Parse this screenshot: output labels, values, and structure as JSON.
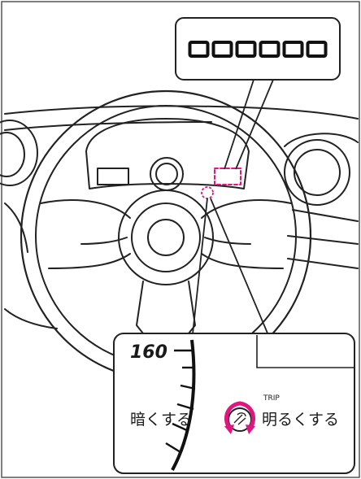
{
  "display_callout": {
    "odometer_text": "000000"
  },
  "zoom_callout": {
    "speed_mark": "160",
    "knob_label": "TRIP",
    "dim_label": "暗くする",
    "brighten_label": "明るくする"
  },
  "colors": {
    "line": "#222222",
    "accent": "#e0157f",
    "frame": "#444444",
    "background": "#ffffff"
  },
  "icons": [
    "odometer-digit-icon",
    "trip-knob-icon",
    "rotate-left-arrow-icon",
    "rotate-right-arrow-icon"
  ]
}
